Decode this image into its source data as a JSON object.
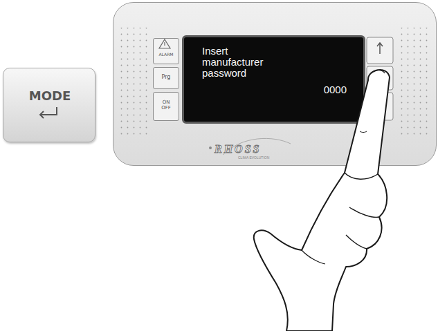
{
  "diagram": {
    "nodes": [
      {
        "text": [
          "MODE"
        ]
      },
      {
        "text": [
          "RHOSS",
          "CLIMA EVOLUTION"
        ]
      },
      {
        "text": [
          "ALARM"
        ],
        "in": 1
      },
      {
        "text": [
          "Prg"
        ],
        "in": 1
      },
      {
        "text": [
          "ON OFF"
        ],
        "in": 1
      },
      {
        "text": [
          "Insert manufacturer password",
          "0000"
        ],
        "in": 1
      }
    ]
  }
}
